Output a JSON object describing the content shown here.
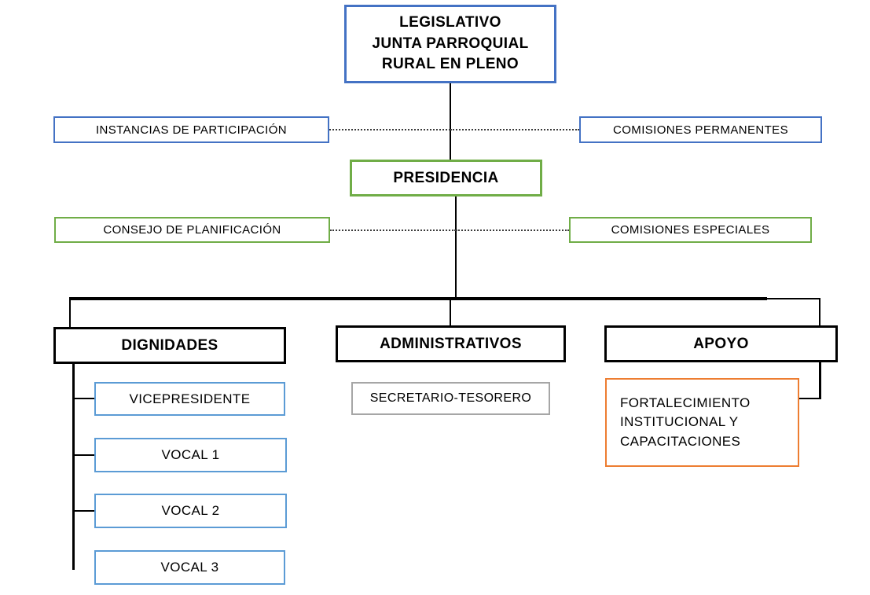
{
  "diagram": {
    "type": "organizational-chart",
    "title_text": "LEGISLATIVO JUNTA PARROQUIAL RURAL EN PLENO",
    "colors": {
      "blue_dark": "#4472C4",
      "blue_light": "#5B9BD5",
      "green": "#70AD47",
      "orange": "#ED7D31",
      "gray": "#A6A6A6",
      "black": "#000000",
      "dotted": "#3A3A3A"
    },
    "nodes": {
      "legislativo": {
        "label": "LEGISLATIVO\nJUNTA PARROQUIAL\nRURAL EN PLENO",
        "border": "#4472C4",
        "level": 1
      },
      "instancias": {
        "label": "INSTANCIAS DE PARTICIPACIÓN",
        "border": "#4472C4",
        "level": 2
      },
      "comisiones_permanentes": {
        "label": "COMISIONES  PERMANENTES",
        "border": "#4472C4",
        "level": 2
      },
      "presidencia": {
        "label": "PRESIDENCIA",
        "border": "#70AD47",
        "level": 3
      },
      "consejo_planificacion": {
        "label": "CONSEJO DE PLANIFICACIÓN",
        "border": "#70AD47",
        "level": 4
      },
      "comisiones_especiales": {
        "label": "COMISIONES  ESPECIALES",
        "border": "#70AD47",
        "level": 4
      },
      "dignidades": {
        "label": "DIGNIDADES",
        "border": "#000000",
        "level": 5
      },
      "administrativos": {
        "label": "ADMINISTRATIVOS",
        "border": "#000000",
        "level": 5
      },
      "apoyo": {
        "label": "APOYO",
        "border": "#000000",
        "level": 5
      },
      "vicepresidente": {
        "label": "VICEPRESIDENTE",
        "border": "#5B9BD5",
        "level": 6
      },
      "vocal_1": {
        "label": "VOCAL 1",
        "border": "#5B9BD5",
        "level": 6
      },
      "vocal_2": {
        "label": "VOCAL 2",
        "border": "#5B9BD5",
        "level": 6
      },
      "vocal_3": {
        "label": "VOCAL 3",
        "border": "#5B9BD5",
        "level": 6
      },
      "secretario_tesorero": {
        "label": "SECRETARIO-TESORERO",
        "border": "#A6A6A6",
        "level": 6
      },
      "fortalecimiento": {
        "label": "FORTALECIMIENTO\nINSTITUCIONAL   Y\nCAPACITACIONES",
        "border": "#ED7D31",
        "level": 6
      }
    }
  }
}
